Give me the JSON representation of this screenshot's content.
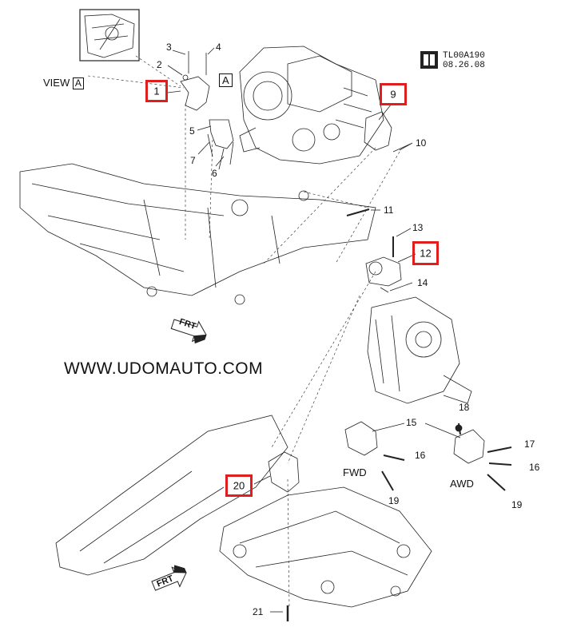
{
  "diagram": {
    "watermark": "WWW.UDOMAUTO.COM",
    "view_label": "VIEW",
    "view_letter": "A",
    "view_marker": "A",
    "code_id": "TL00A190",
    "code_date": "08.26.08",
    "front_arrow_text": "FRT",
    "fwd_label": "FWD",
    "awd_label": "AWD",
    "callouts": [
      "3",
      "4",
      "2",
      "5",
      "7",
      "6",
      "10",
      "11",
      "13",
      "14",
      "18",
      "15",
      "17",
      "16",
      "16",
      "19",
      "19",
      "21"
    ],
    "highlighted": [
      "1",
      "9",
      "12",
      "20"
    ],
    "highlight_color": "#e01e1e"
  }
}
